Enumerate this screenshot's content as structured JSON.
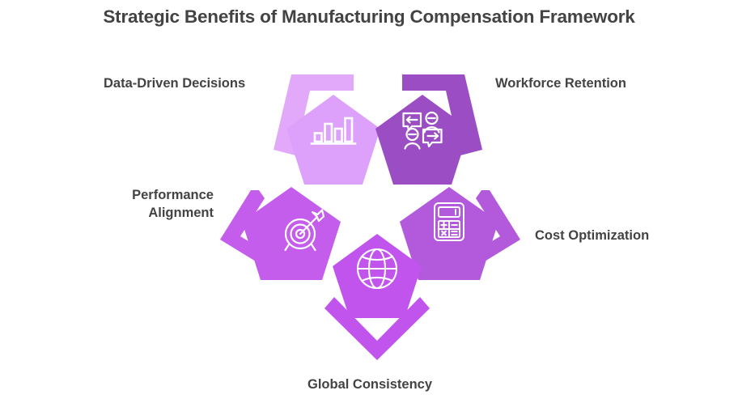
{
  "title": "Strategic Benefits of Manufacturing Compensation Framework",
  "theme": {
    "background": "#ffffff",
    "title_color": "#434343",
    "label_color": "#434343",
    "icon_color": "#ffffff",
    "purple_lightest": "#E2A9FB",
    "purple_light": "#DDA0FB",
    "purple_mid": "#C45CEC",
    "purple_bright": "#C254EE",
    "purple_dark": "#9B4DC4"
  },
  "nodes": [
    {
      "id": "data-driven-decisions",
      "label": "Data-Driven Decisions",
      "icon": "bar-chart-icon",
      "fill": "#DDA0FB",
      "accent": "#E2A9FB",
      "label_align": "left"
    },
    {
      "id": "workforce-retention",
      "label": "Workforce Retention",
      "icon": "feedback-conversation-icon",
      "fill": "#9B4DC4",
      "accent": "#9B4DC4",
      "label_align": "left"
    },
    {
      "id": "performance-alignment",
      "label": "Performance\nAlignment",
      "icon": "target-dart-icon",
      "fill": "#C45CEC",
      "accent": "#C45CEC",
      "label_align": "right"
    },
    {
      "id": "cost-optimization",
      "label": "Cost Optimization",
      "icon": "calculator-icon",
      "fill": "#B359DC",
      "accent": "#B359DC",
      "label_align": "left"
    },
    {
      "id": "global-consistency",
      "label": "Global Consistency",
      "icon": "globe-icon",
      "fill": "#C254EE",
      "accent": "#C254EE",
      "label_align": "left"
    }
  ]
}
